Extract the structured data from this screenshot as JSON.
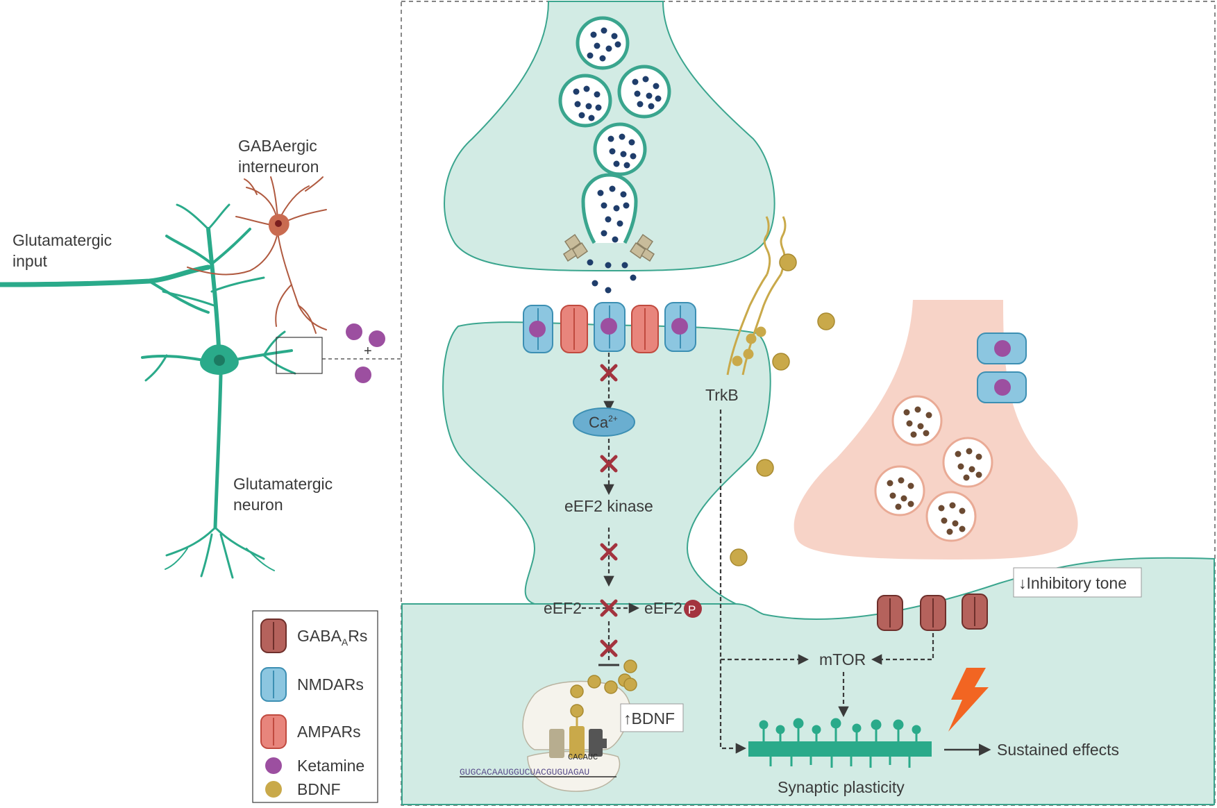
{
  "left_panel": {
    "gabaergic_label_1": "GABAergic",
    "gabaergic_label_2": "interneuron",
    "glut_input_label_1": "Glutamatergic",
    "glut_input_label_2": "input",
    "glut_neuron_label_1": "Glutamatergic",
    "glut_neuron_label_2": "neuron",
    "plus_sign": "+"
  },
  "legend": {
    "items": [
      {
        "label_main": "GABA",
        "label_sub": "A",
        "label_tail": "Rs",
        "icon": "gabaa-receptor-icon"
      },
      {
        "label_main": "NMDARs",
        "label_sub": "",
        "label_tail": "",
        "icon": "nmda-receptor-icon"
      },
      {
        "label_main": "AMPARs",
        "label_sub": "",
        "label_tail": "",
        "icon": "ampa-receptor-icon"
      },
      {
        "label_main": "Ketamine",
        "label_sub": "",
        "label_tail": "",
        "icon": "ketamine-molecule-icon"
      },
      {
        "label_main": "BDNF",
        "label_sub": "",
        "label_tail": "",
        "icon": "bdnf-molecule-icon"
      }
    ]
  },
  "pathway": {
    "ca_main": "Ca",
    "ca_sup": "2+",
    "eef2_kinase": "eEF2 kinase",
    "eef2": "eEF2",
    "eef2_p": "eEF2",
    "phospho": "P",
    "trkb": "TrkB",
    "mtor": "mTOR",
    "bdnf_up": "↑BDNF",
    "inhibitory_tone": "↓Inhibitory tone",
    "synaptic_plasticity": "Synaptic plasticity",
    "sustained_effects": "Sustained effects"
  },
  "mrna": {
    "strand": "GUGCACAAUGGUCUACGUGUAGAU",
    "trna_anticodon": "CACAUC"
  },
  "colors": {
    "teal_fill": "#d2ebe4",
    "teal_stroke": "#3aa58e",
    "neuron_teal": "#2aaa8a",
    "interneuron_brown": "#b05a40",
    "pink_fill": "#f7d3c7",
    "ketamine": "#9c4fa0",
    "bdnf": "#c9a94a",
    "nmda": "#8cc6e0",
    "ampa": "#e8857c",
    "gabaa": "#b5625c",
    "inhibit_x": "#a3333e",
    "bolt": "#f26522"
  }
}
